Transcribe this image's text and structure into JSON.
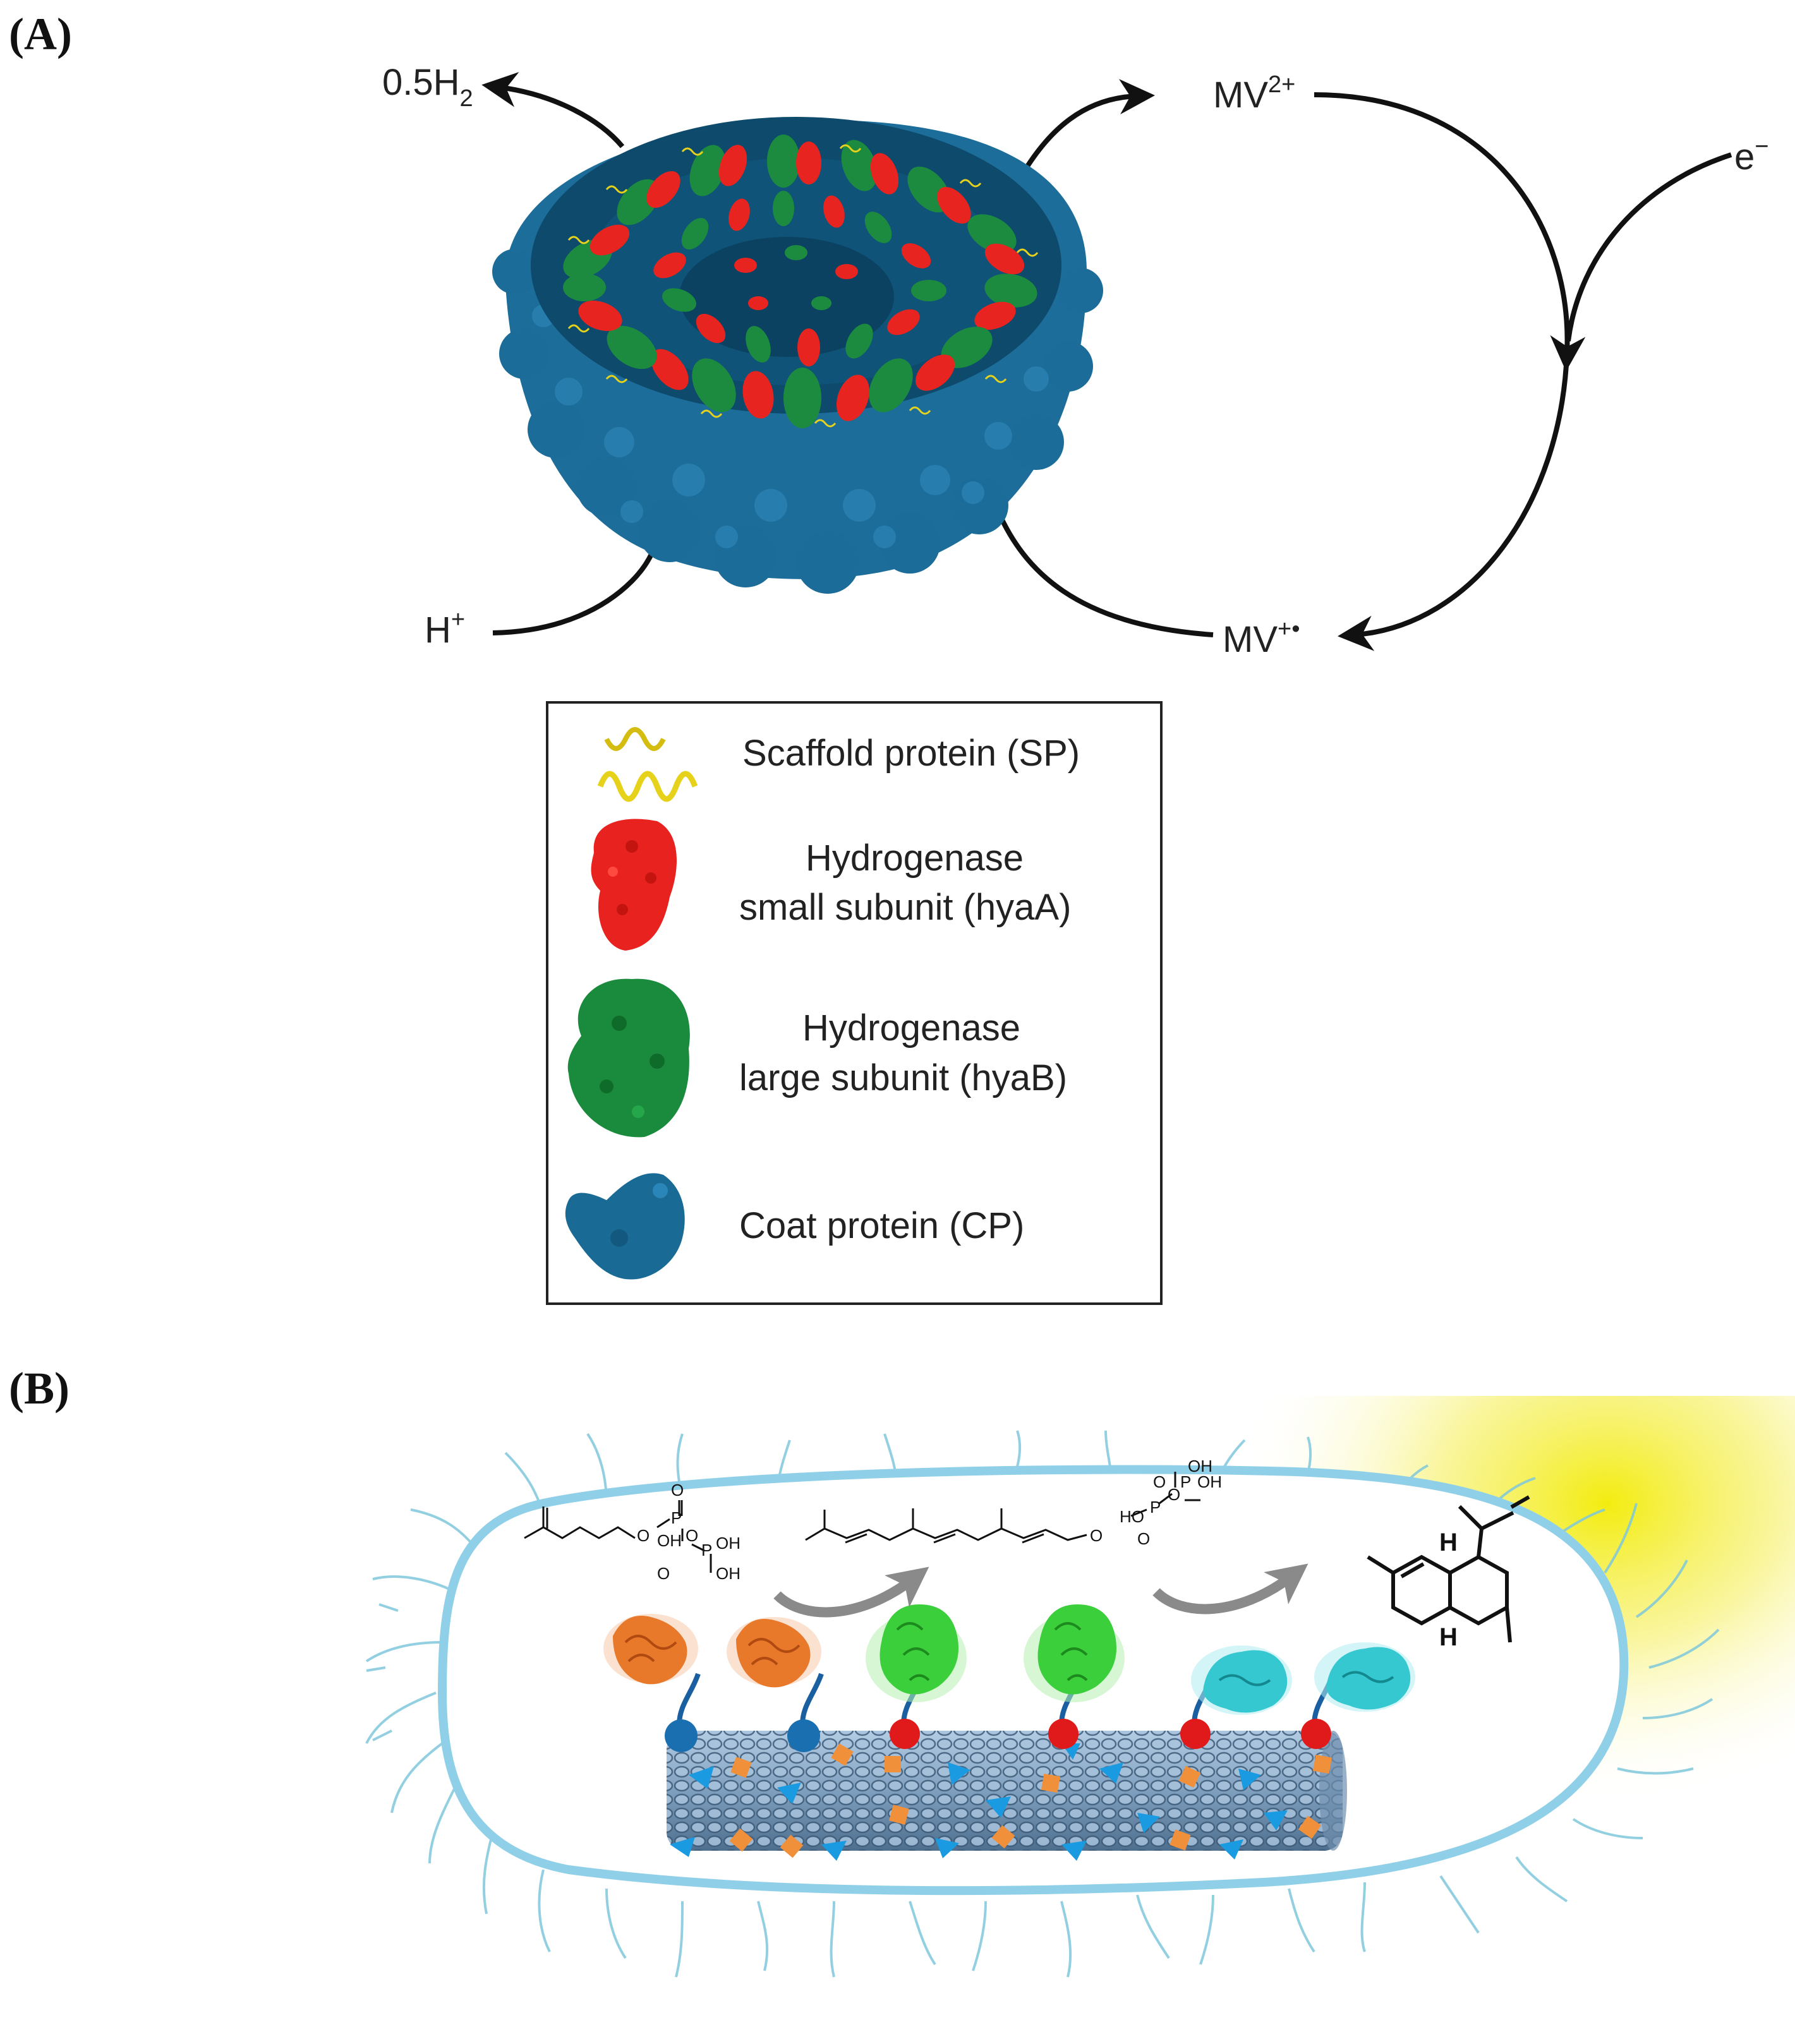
{
  "panel_a": {
    "label": "(A)",
    "h2_label": "0.5H",
    "h2_sub": "2",
    "mv2_label": "MV",
    "mv2_sup": "2+",
    "electron_label": "e",
    "electron_sup": "−",
    "h_plus_label": "H",
    "h_plus_sup": "+",
    "mv_radical_label": "MV",
    "mv_radical_sup": "+•",
    "legend": {
      "items": [
        {
          "icon": "scaffold-helix-icon",
          "line1": "Scaffold protein (SP)",
          "line2": ""
        },
        {
          "icon": "hydrogenase-small-subunit-icon",
          "line1": "Hydrogenase",
          "line2": "small subunit (hyaA)"
        },
        {
          "icon": "hydrogenase-large-subunit-icon",
          "line1": "Hydrogenase",
          "line2": "large subunit (hyaB)"
        },
        {
          "icon": "coat-protein-icon",
          "line1": "Coat protein (CP)",
          "line2": ""
        }
      ]
    }
  },
  "panel_b": {
    "label": "(B)",
    "atoms": {
      "o": "O",
      "oh": "OH",
      "p": "P",
      "ho": "HO",
      "h": "H"
    }
  },
  "colors": {
    "coat_blue": "#1a6a96",
    "hydrogenase_red": "#e8231f",
    "hydrogenase_green": "#1a8a3c",
    "scaffold_yellow": "#e6d21a",
    "cell_membrane": "#8fd0e8",
    "enzyme_orange": "#e8782a",
    "enzyme_green": "#3ccf3c",
    "enzyme_cyan": "#36c8d0",
    "glow_yellow": "#f5f03c",
    "arrow_grey": "#808080"
  }
}
